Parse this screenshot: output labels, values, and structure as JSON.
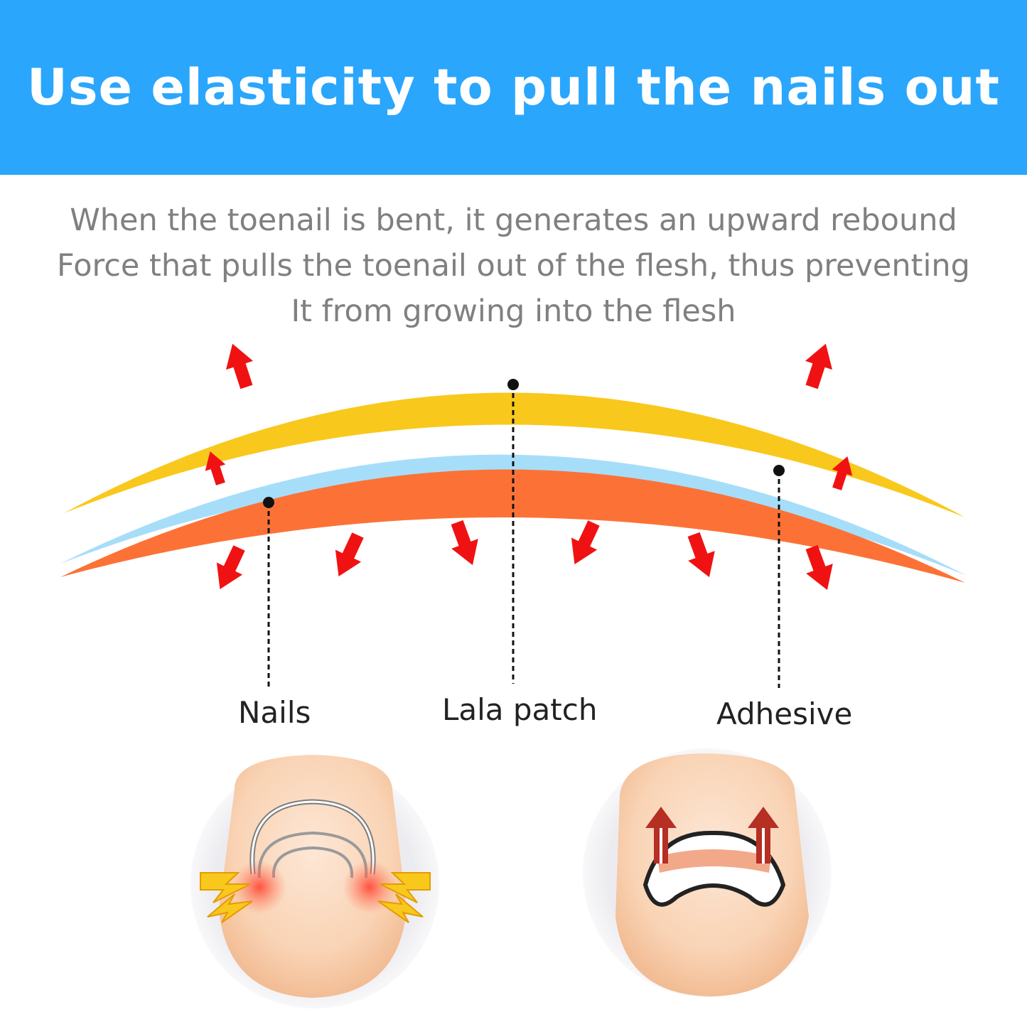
{
  "banner": {
    "title": "Use elasticity to pull the nails out",
    "bg_color": "#2aa6fc"
  },
  "description": {
    "lines": [
      "When the toenail is bent, it generates an upward rebound",
      "Force that pulls the toenail out of the flesh, thus preventing",
      "It from growing into the flesh"
    ]
  },
  "labels": {
    "nails": "Nails",
    "lala_patch": "Lala patch",
    "adhesive": "Adhesive"
  },
  "colors": {
    "patch": "#f9c81c",
    "adhesive": "#a6defa",
    "nail": "#fc7236",
    "arrow": "#f01212"
  },
  "icons": [
    "up-arrow-icon",
    "down-arrow-icon",
    "lightning-icon"
  ]
}
